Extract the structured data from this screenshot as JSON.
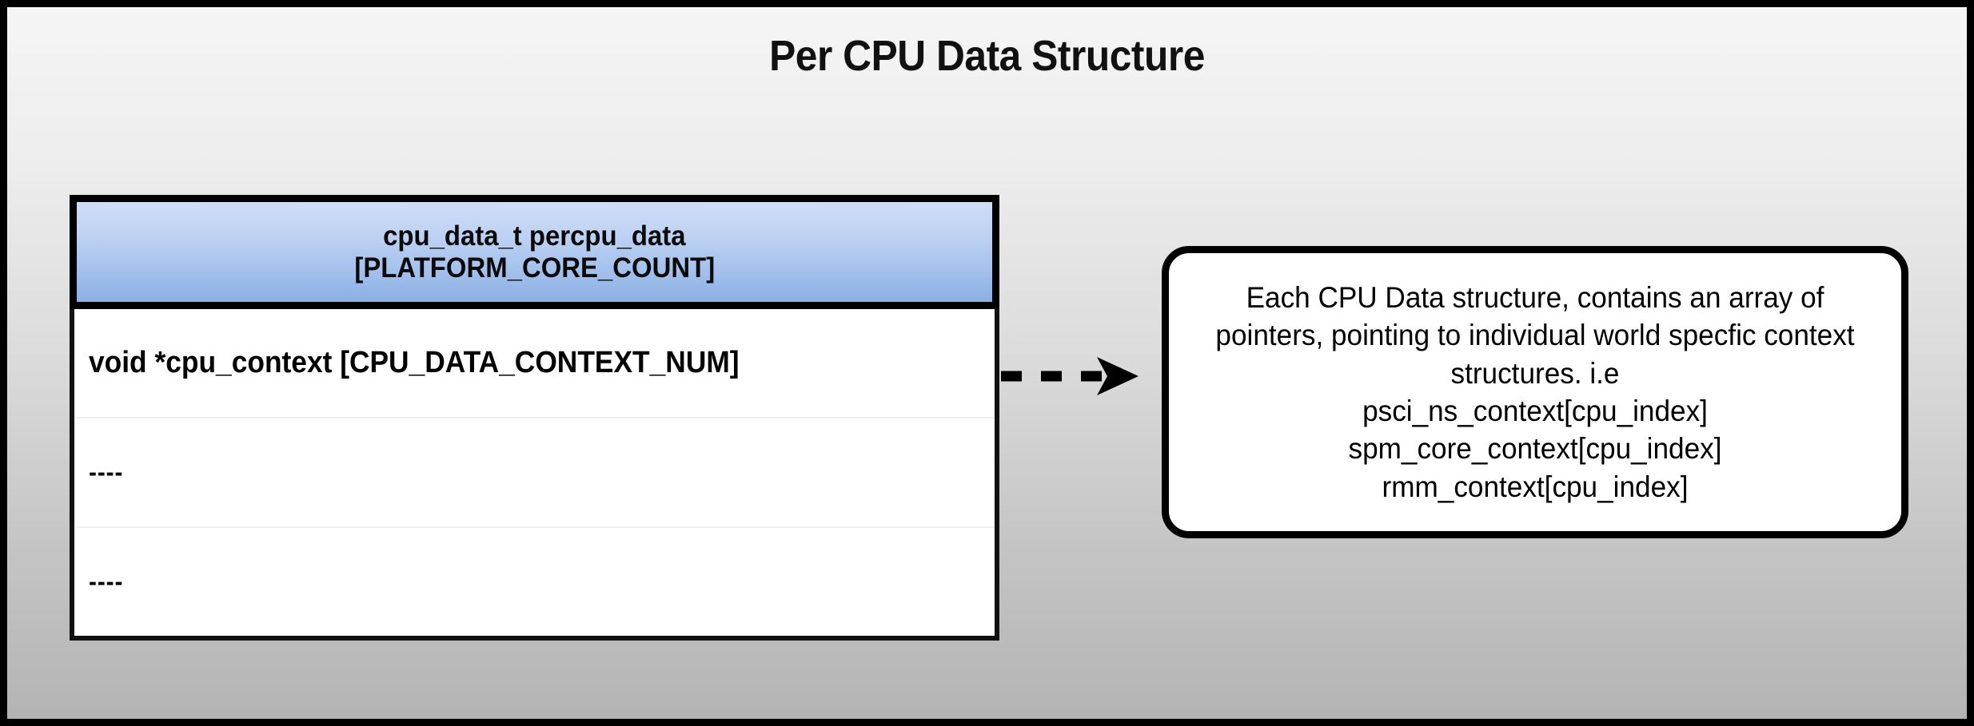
{
  "diagram": {
    "title": "Per CPU Data Structure",
    "background": {
      "gradient_from": "#f5f5f5",
      "gradient_to": "#b4b4b4",
      "border_color": "#000000"
    }
  },
  "struct_table": {
    "header": {
      "line1": "cpu_data_t percpu_data",
      "line2": "[PLATFORM_CORE_COUNT]",
      "gradient_from": "#cfdef8",
      "gradient_to": "#8ab0e4"
    },
    "rows": [
      {
        "text": "void *cpu_context [CPU_DATA_CONTEXT_NUM]"
      },
      {
        "text": "----"
      },
      {
        "text": "----"
      }
    ]
  },
  "connector": {
    "style": "dashed",
    "arrowhead": "solid-triangle",
    "color": "#000000",
    "direction": "left-to-right",
    "icon": "dashed-arrow-icon"
  },
  "callout": {
    "text": "Each CPU Data structure, contains an array of pointers, pointing to individual world specfic context structures. i.e\npsci_ns_context[cpu_index]\nspm_core_context[cpu_index]\nrmm_context[cpu_index]",
    "border_color": "#000000",
    "background": "#ffffff"
  }
}
